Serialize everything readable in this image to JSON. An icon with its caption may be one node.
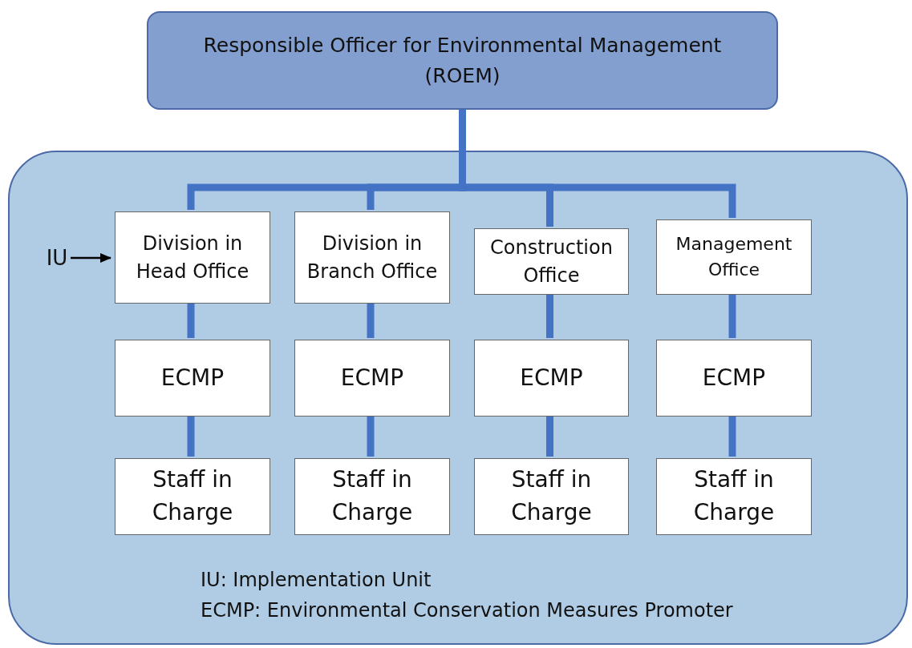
{
  "diagram": {
    "nodes": [
      {
        "text": [
          "Responsible Officer for Environmental Management (ROEM)"
        ]
      },
      {
        "text": [
          "IU: Implementation Unit",
          "ECMP: Environmental Conservation Measures Promoter"
        ]
      },
      {
        "text": [
          "Division in Head Office"
        ],
        "in": 1
      },
      {
        "text": [
          "Division in Branch Office"
        ],
        "in": 1
      },
      {
        "text": [
          "Construction Office"
        ],
        "in": 1
      },
      {
        "text": [
          "Management Office"
        ],
        "in": 1
      },
      {
        "text": [
          "ECMP"
        ],
        "in": 1
      },
      {
        "text": [
          "ECMP"
        ],
        "in": 1
      },
      {
        "text": [
          "ECMP"
        ],
        "in": 1
      },
      {
        "text": [
          "ECMP"
        ],
        "in": 1
      },
      {
        "text": [
          "Staff in Charge"
        ],
        "in": 1
      },
      {
        "text": [
          "Staff in Charge"
        ],
        "in": 1
      },
      {
        "text": [
          "Staff in Charge"
        ],
        "in": 1
      },
      {
        "text": [
          "Staff in Charge"
        ],
        "in": 1
      },
      {
        "text": [
          "IU"
        ],
        "in": 1
      }
    ],
    "edges": [
      {
        "from": 0,
        "to": 2,
        "arrow": "none"
      },
      {
        "from": 0,
        "to": 3,
        "arrow": "none"
      },
      {
        "from": 0,
        "to": 4,
        "arrow": "none"
      },
      {
        "from": 0,
        "to": 5,
        "arrow": "none"
      },
      {
        "from": 2,
        "to": 6,
        "arrow": "none"
      },
      {
        "from": 3,
        "to": 7,
        "arrow": "none"
      },
      {
        "from": 4,
        "to": 8,
        "arrow": "none"
      },
      {
        "from": 5,
        "to": 9,
        "arrow": "none"
      },
      {
        "from": 6,
        "to": 10,
        "arrow": "none"
      },
      {
        "from": 7,
        "to": 11,
        "arrow": "none"
      },
      {
        "from": 8,
        "to": 12,
        "arrow": "none"
      },
      {
        "from": 9,
        "to": 13,
        "arrow": "none"
      },
      {
        "from": 14,
        "to": 2,
        "arrow": "to",
        "color": "#000000"
      }
    ]
  }
}
